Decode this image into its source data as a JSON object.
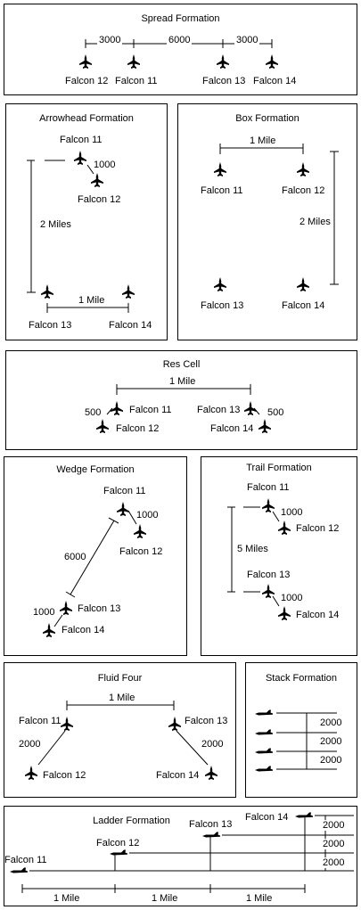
{
  "spread": {
    "title": "Spread Formation",
    "dist1": "3000",
    "dist2": "6000",
    "dist3": "3000",
    "falcon12": "Falcon 12",
    "falcon11": "Falcon 11",
    "falcon13": "Falcon 13",
    "falcon14": "Falcon 14"
  },
  "arrowhead": {
    "title": "Arrowhead Formation",
    "falcon11": "Falcon 11",
    "falcon12": "Falcon 12",
    "falcon13": "Falcon 13",
    "falcon14": "Falcon 14",
    "dist_wing": "1000",
    "dist_vertical": "2 Miles",
    "dist_horizontal": "1 Mile"
  },
  "box": {
    "title": "Box Formation",
    "falcon11": "Falcon 11",
    "falcon12": "Falcon 12",
    "falcon13": "Falcon 13",
    "falcon14": "Falcon 14",
    "dist_horizontal": "1 Mile",
    "dist_vertical": "2 Miles"
  },
  "rescell": {
    "title": "Res Cell",
    "dist_horizontal": "1 Mile",
    "dist_left": "500",
    "dist_right": "500",
    "falcon11": "Falcon 11",
    "falcon12": "Falcon 12",
    "falcon13": "Falcon 13",
    "falcon14": "Falcon 14"
  },
  "wedge": {
    "title": "Wedge Formation",
    "falcon11": "Falcon 11",
    "falcon12": "Falcon 12",
    "falcon13": "Falcon 13",
    "falcon14": "Falcon 14",
    "dist_top": "1000",
    "dist_diag": "6000",
    "dist_bottom": "1000"
  },
  "trail": {
    "title": "Trail Formation",
    "falcon11": "Falcon 11",
    "falcon12": "Falcon 12",
    "falcon13": "Falcon 13",
    "falcon14": "Falcon 14",
    "dist_top": "1000",
    "dist_vertical": "5 Miles",
    "dist_bottom": "1000"
  },
  "fluid": {
    "title": "Fluid Four",
    "dist_horizontal": "1 Mile",
    "falcon11": "Falcon 11",
    "falcon12": "Falcon 12",
    "falcon13": "Falcon 13",
    "falcon14": "Falcon 14",
    "dist_left": "2000",
    "dist_right": "2000"
  },
  "stack": {
    "title": "Stack Formation",
    "dist1": "2000",
    "dist2": "2000",
    "dist3": "2000"
  },
  "ladder": {
    "title": "Ladder Formation",
    "falcon11": "Falcon 11",
    "falcon12": "Falcon 12",
    "falcon13": "Falcon 13",
    "falcon14": "Falcon 14",
    "dist_alt1": "2000",
    "dist_alt2": "2000",
    "dist_alt3": "2000",
    "mile1": "1 Mile",
    "mile2": "1 Mile",
    "mile3": "1 Mile"
  }
}
